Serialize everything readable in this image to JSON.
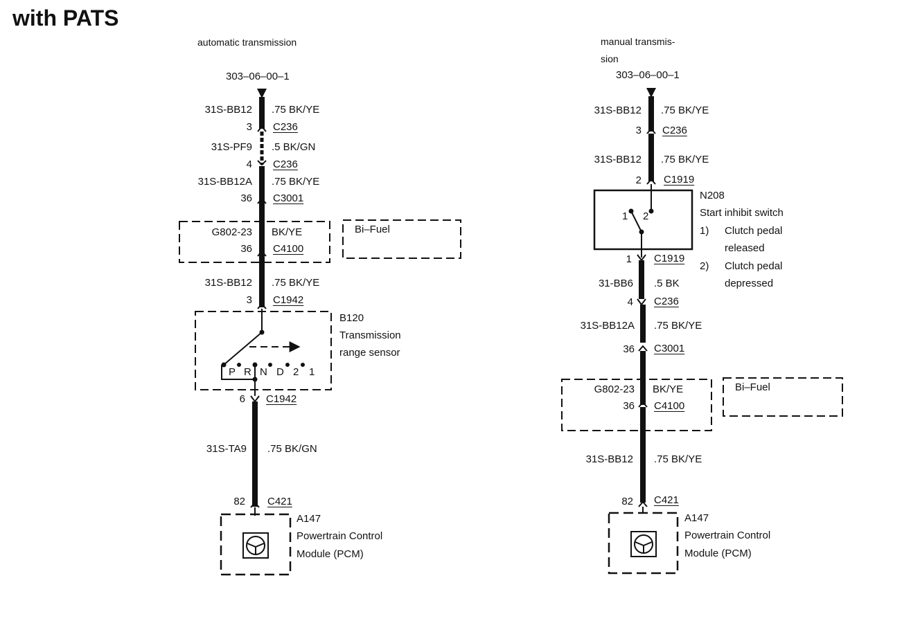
{
  "title": "with PATS",
  "automatic": {
    "heading": "automatic transmission",
    "ref": "303–06–00–1",
    "rows": [
      {
        "circuit": "31S-BB12",
        "wire": ".75 BK/YE",
        "pin": "3",
        "conn": "C236"
      },
      {
        "circuit": "31S-PF9",
        "wire": ".5 BK/GN",
        "pin": "4",
        "conn": "C236"
      },
      {
        "circuit": "31S-BB12A",
        "wire": ".75 BK/YE",
        "pin": "36",
        "conn": "C3001"
      },
      {
        "circuit": "G802-23",
        "wire": "BK/YE",
        "pin": "36",
        "conn": "C4100"
      },
      {
        "circuit": "31S-BB12",
        "wire": ".75 BK/YE",
        "pin": "3",
        "conn": "C1942"
      }
    ],
    "bifuel": "Bi–Fuel",
    "sensor": {
      "id": "B120",
      "line1": "Transmission",
      "line2": "range sensor",
      "positions": [
        "P",
        "R",
        "N",
        "D",
        "2",
        "1"
      ]
    },
    "below": {
      "pin": "6",
      "conn": "C1942",
      "circuit": "31S-TA9",
      "wire": ".75 BK/GN"
    },
    "pcm": {
      "pin": "82",
      "conn": "C421",
      "id": "A147",
      "line1": "Powertrain Control",
      "line2": "Module (PCM)"
    }
  },
  "manual": {
    "heading1": "manual transmis-",
    "heading2": "sion",
    "ref": "303–06–00–1",
    "rows_top": [
      {
        "circuit": "31S-BB12",
        "wire": ".75 BK/YE",
        "pin": "3",
        "conn": "C236"
      },
      {
        "circuit": "31S-BB12",
        "wire": ".75 BK/YE",
        "pin": "2",
        "conn": "C1919"
      }
    ],
    "switch": {
      "id": "N208",
      "name": "Start inhibit switch",
      "items": [
        {
          "num": "1)",
          "line1": "Clutch pedal",
          "line2": "released"
        },
        {
          "num": "2)",
          "line1": "Clutch pedal",
          "line2": "depressed"
        }
      ],
      "pos1": "1",
      "pos2": "2"
    },
    "rows_bottom": [
      {
        "pin": "1",
        "conn": "C1919"
      },
      {
        "circuit": "31-BB6",
        "wire": ".5 BK",
        "pin": "4",
        "conn": "C236"
      },
      {
        "circuit": "31S-BB12A",
        "wire": ".75 BK/YE",
        "pin": "36",
        "conn": "C3001"
      },
      {
        "circuit": "G802-23",
        "wire": "BK/YE",
        "pin": "36",
        "conn": "C4100"
      },
      {
        "circuit": "31S-BB12",
        "wire": ".75 BK/YE"
      }
    ],
    "bifuel": "Bi–Fuel",
    "pcm": {
      "pin": "82",
      "conn": "C421",
      "id": "A147",
      "line1": "Powertrain Control",
      "line2": "Module (PCM)"
    }
  }
}
